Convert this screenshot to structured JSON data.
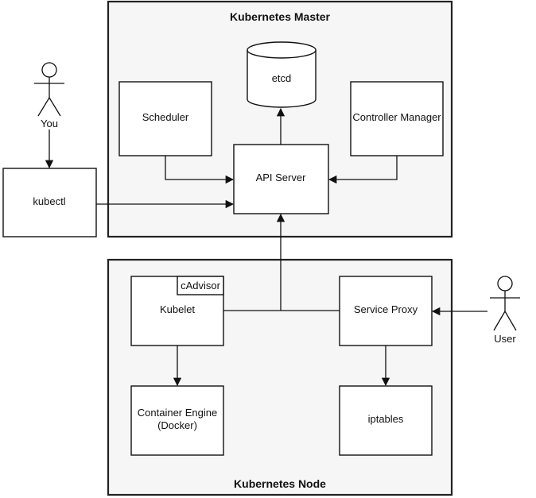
{
  "master": {
    "title": "Kubernetes Master",
    "etcd": "etcd",
    "scheduler": "Scheduler",
    "controller_manager": "Controller Manager",
    "api_server": "API Server"
  },
  "node": {
    "title": "Kubernetes Node",
    "kubelet": "Kubelet",
    "cadvisor": "cAdvisor",
    "service_proxy": "Service Proxy",
    "container_engine_line1": "Container Engine",
    "container_engine_line2": "(Docker)",
    "iptables": "iptables"
  },
  "kubectl": "kubectl",
  "actors": {
    "you": "You",
    "user": "User"
  },
  "icons": [
    "actor-you-icon",
    "actor-user-icon",
    "etcd-database-icon"
  ]
}
